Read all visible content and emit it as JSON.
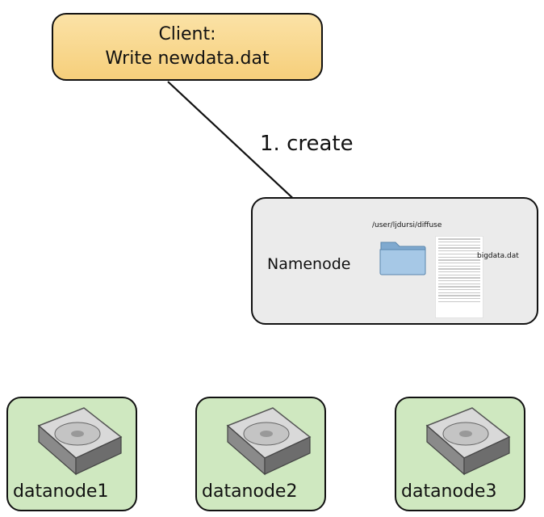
{
  "client": {
    "line1": "Client:",
    "line2": "Write newdata.dat"
  },
  "arrow": {
    "label": "1. create"
  },
  "namenode": {
    "label": "Namenode",
    "path": "/user/ljdursi/diffuse",
    "file": "bigdata.dat"
  },
  "datanodes": [
    {
      "label": "datanode1"
    },
    {
      "label": "datanode2"
    },
    {
      "label": "datanode3"
    }
  ],
  "colors": {
    "client_fill": "#f6cf7b",
    "namenode_fill": "#ebebeb",
    "datanode_fill": "#cfe8c0",
    "folder": "#8fb6d8"
  },
  "icons": {
    "folder": "folder-icon",
    "drive": "hard-drive-icon"
  }
}
